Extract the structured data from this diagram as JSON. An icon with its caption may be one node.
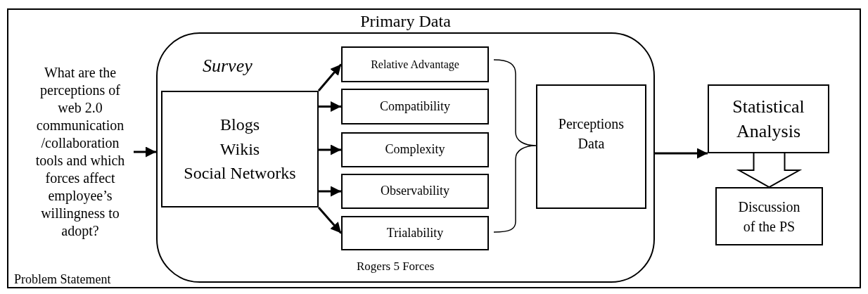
{
  "diagram": {
    "nodes": [
      {
        "text": [
          "Primary Data",
          "Survey",
          "Rogers 5 Forces"
        ]
      },
      {
        "text": [
          "What are the perceptions of web 2.0 communication /collaboration tools and which forces affect employee’s willingness to adopt?"
        ]
      },
      {
        "text": [
          "Blogs",
          "Wikis",
          "Social Networks"
        ],
        "in": 0
      },
      {
        "text": [
          "Relative Advantage"
        ],
        "in": 0
      },
      {
        "text": [
          "Compatibility"
        ],
        "in": 0
      },
      {
        "text": [
          "Complexity"
        ],
        "in": 0
      },
      {
        "text": [
          "Observability"
        ],
        "in": 0
      },
      {
        "text": [
          "Trialability"
        ],
        "in": 0
      },
      {
        "text": [
          "Perceptions Data"
        ],
        "in": 0
      },
      {
        "text": [
          "Statistical Analysis"
        ]
      },
      {
        "text": [
          "Discussion of the PS"
        ]
      }
    ],
    "edges": [
      {
        "from": 1,
        "to": 0,
        "arrow": "to"
      },
      {
        "from": 2,
        "to": 3,
        "arrow": "to"
      },
      {
        "from": 2,
        "to": 4,
        "arrow": "to"
      },
      {
        "from": 2,
        "to": 5,
        "arrow": "to"
      },
      {
        "from": 2,
        "to": 6,
        "arrow": "to"
      },
      {
        "from": 2,
        "to": 7,
        "arrow": "to"
      },
      {
        "from": 0,
        "to": 9,
        "arrow": "to"
      },
      {
        "from": 9,
        "to": 10,
        "arrow": "to",
        "style": "thick"
      }
    ],
    "labels": [
      "Problem Statement"
    ]
  }
}
